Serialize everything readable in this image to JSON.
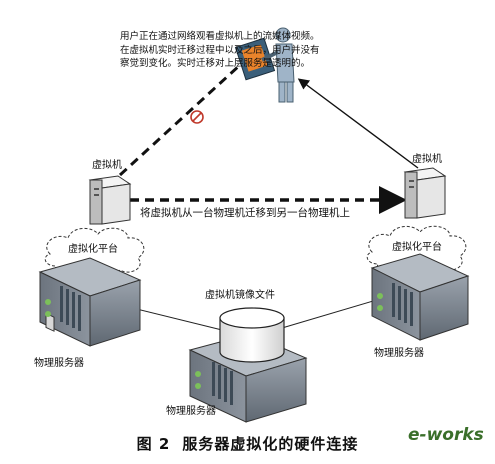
{
  "diagram": {
    "note": "用户正在通过网络观看虚拟机上的流媒体视频。在虚拟机实时迁移过程中以及之后，用户并没有察觉到变化。实时迁移对上层服务是透明的。",
    "vm_left_label": "虚拟机",
    "vm_right_label": "虚拟机",
    "migration_label": "将虚拟机从一台物理机迁移到另一台物理机上",
    "platform_left_label": "虚拟化平台",
    "platform_right_label": "虚拟化平台",
    "storage_label": "虚拟机镜像文件",
    "server_left_label": "物理服务器",
    "server_right_label": "物理服务器",
    "server_bottom_label": "物理服务器"
  },
  "caption": {
    "figure_number": "图 2",
    "title": "服务器虚拟化的硬件连接"
  },
  "logo": {
    "text": "e-works",
    "color": "#3a6f2a"
  }
}
